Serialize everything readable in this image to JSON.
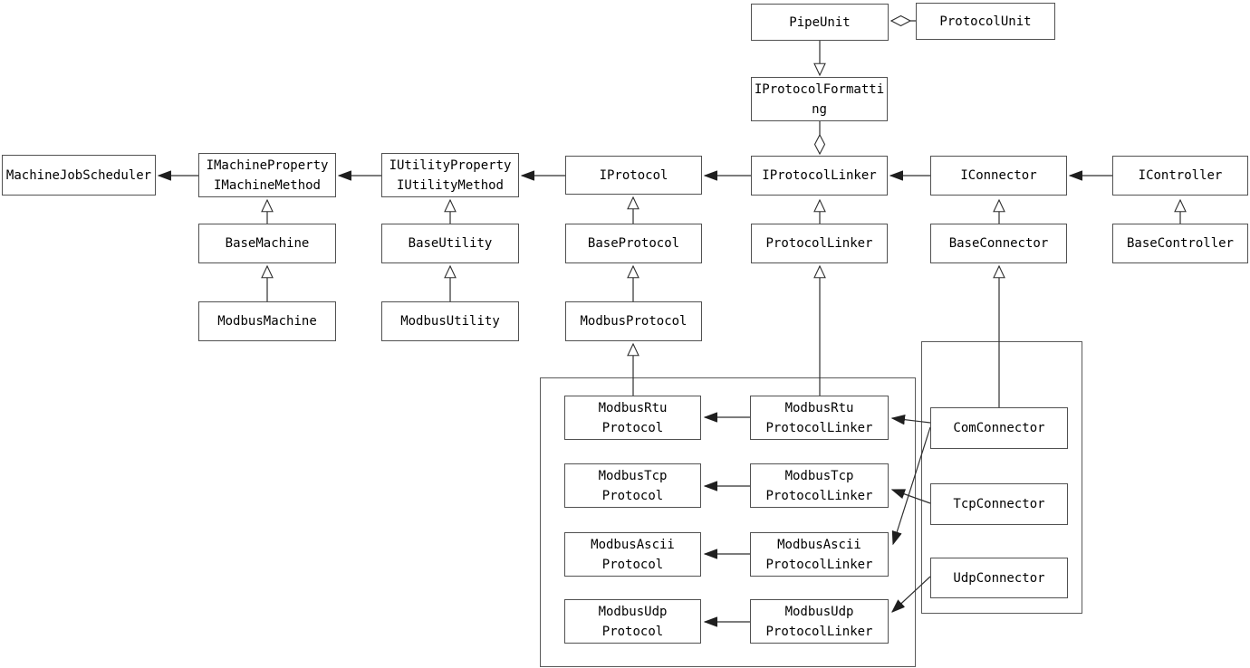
{
  "diagram": {
    "kind": "uml-class-diagram",
    "nodes": {
      "pipe_unit": {
        "label": "PipeUnit"
      },
      "protocol_unit": {
        "label": "ProtocolUnit"
      },
      "iprotocol_formatting": {
        "label": "IProtocolFormatting"
      },
      "machine_job_scheduler": {
        "label": "MachineJobScheduler"
      },
      "imachine_property": {
        "label": "IMachineProperty\nIMachineMethod"
      },
      "iutility_property": {
        "label": "IUtilityProperty\nIUtilityMethod"
      },
      "iprotocol": {
        "label": "IProtocol"
      },
      "iprotocol_linker": {
        "label": "IProtocolLinker"
      },
      "iconnector": {
        "label": "IConnector"
      },
      "icontroller": {
        "label": "IController"
      },
      "base_machine": {
        "label": "BaseMachine"
      },
      "base_utility": {
        "label": "BaseUtility"
      },
      "base_protocol": {
        "label": "BaseProtocol"
      },
      "protocol_linker": {
        "label": "ProtocolLinker"
      },
      "base_connector": {
        "label": "BaseConnector"
      },
      "base_controller": {
        "label": "BaseController"
      },
      "modbus_machine": {
        "label": "ModbusMachine"
      },
      "modbus_utility": {
        "label": "ModbusUtility"
      },
      "modbus_protocol": {
        "label": "ModbusProtocol"
      },
      "modbus_rtu_protocol": {
        "label": "ModbusRtu\nProtocol"
      },
      "modbus_rtu_protocol_linker": {
        "label": "ModbusRtu\nProtocolLinker"
      },
      "modbus_tcp_protocol": {
        "label": "ModbusTcp\nProtocol"
      },
      "modbus_tcp_protocol_linker": {
        "label": "ModbusTcp\nProtocolLinker"
      },
      "modbus_ascii_protocol": {
        "label": "ModbusAscii\nProtocol"
      },
      "modbus_ascii_protocol_linker": {
        "label": "ModbusAscii\nProtocolLinker"
      },
      "modbus_udp_protocol": {
        "label": "ModbusUdp\nProtocol"
      },
      "modbus_udp_protocol_linker": {
        "label": "ModbusUdp\nProtocolLinker"
      },
      "com_connector": {
        "label": "ComConnector"
      },
      "tcp_connector": {
        "label": "TcpConnector"
      },
      "udp_connector": {
        "label": "UdpConnector"
      }
    },
    "edges": [
      {
        "from": "ProtocolUnit",
        "to": "PipeUnit",
        "type": "open-diamond"
      },
      {
        "from": "PipeUnit",
        "to": "IProtocolFormatting",
        "type": "hollow-triangle"
      },
      {
        "from": "IProtocolFormatting",
        "to": "IProtocolLinker",
        "type": "open-diamond"
      },
      {
        "from": "IMachineProperty IMachineMethod",
        "to": "MachineJobScheduler",
        "type": "filled-arrow"
      },
      {
        "from": "IUtilityProperty IUtilityMethod",
        "to": "IMachineProperty IMachineMethod",
        "type": "filled-arrow"
      },
      {
        "from": "IProtocol",
        "to": "IUtilityProperty IUtilityMethod",
        "type": "filled-arrow"
      },
      {
        "from": "IProtocolLinker",
        "to": "IProtocol",
        "type": "filled-arrow"
      },
      {
        "from": "IConnector",
        "to": "IProtocolLinker",
        "type": "filled-arrow"
      },
      {
        "from": "IController",
        "to": "IConnector",
        "type": "filled-arrow"
      },
      {
        "from": "BaseMachine",
        "to": "IMachineProperty IMachineMethod",
        "type": "hollow-triangle"
      },
      {
        "from": "ModbusMachine",
        "to": "BaseMachine",
        "type": "hollow-triangle"
      },
      {
        "from": "BaseUtility",
        "to": "IUtilityProperty IUtilityMethod",
        "type": "hollow-triangle"
      },
      {
        "from": "ModbusUtility",
        "to": "BaseUtility",
        "type": "hollow-triangle"
      },
      {
        "from": "BaseProtocol",
        "to": "IProtocol",
        "type": "hollow-triangle"
      },
      {
        "from": "ModbusProtocol",
        "to": "BaseProtocol",
        "type": "hollow-triangle"
      },
      {
        "from": "ModbusRtuProtocol",
        "to": "ModbusProtocol",
        "type": "hollow-triangle"
      },
      {
        "from": "ProtocolLinker",
        "to": "IProtocolLinker",
        "type": "hollow-triangle"
      },
      {
        "from": "ModbusRtuProtocolLinker",
        "to": "ProtocolLinker",
        "type": "hollow-triangle"
      },
      {
        "from": "BaseConnector",
        "to": "IConnector",
        "type": "hollow-triangle"
      },
      {
        "from": "ComConnector",
        "to": "BaseConnector",
        "type": "hollow-triangle"
      },
      {
        "from": "BaseController",
        "to": "IController",
        "type": "hollow-triangle"
      },
      {
        "from": "ModbusRtuProtocolLinker",
        "to": "ModbusRtuProtocol",
        "type": "filled-arrow"
      },
      {
        "from": "ModbusTcpProtocolLinker",
        "to": "ModbusTcpProtocol",
        "type": "filled-arrow"
      },
      {
        "from": "ModbusAsciiProtocolLinker",
        "to": "ModbusAsciiProtocol",
        "type": "filled-arrow"
      },
      {
        "from": "ModbusUdpProtocolLinker",
        "to": "ModbusUdpProtocol",
        "type": "filled-arrow"
      },
      {
        "from": "ComConnector",
        "to": "ModbusRtuProtocolLinker",
        "type": "filled-arrow"
      },
      {
        "from": "ComConnector",
        "to": "ModbusAsciiProtocolLinker",
        "type": "filled-arrow"
      },
      {
        "from": "TcpConnector",
        "to": "ModbusTcpProtocolLinker",
        "type": "filled-arrow"
      },
      {
        "from": "UdpConnector",
        "to": "ModbusUdpProtocolLinker",
        "type": "filled-arrow"
      }
    ],
    "colors": {
      "background": "#ffffff",
      "box_fill": "#ffffff",
      "box_border": "#515151",
      "line": "#2e2e2e",
      "text": "#000000"
    }
  }
}
